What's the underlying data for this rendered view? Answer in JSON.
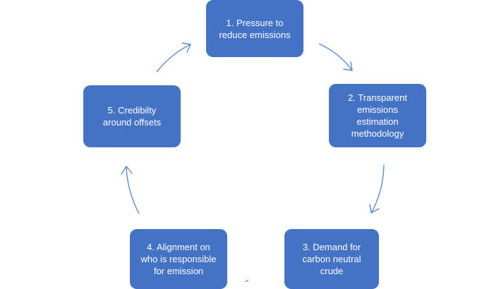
{
  "diagram": {
    "nodes": [
      {
        "id": "n1",
        "label": "1. Pressure to\nreduce emissions"
      },
      {
        "id": "n2",
        "label": "2. Transparent\nemissions\nestimation\nmethodology"
      },
      {
        "id": "n3",
        "label": "3. Demand for\ncarbon neutral\ncrude"
      },
      {
        "id": "n4",
        "label": "4. Alignment on\nwho is responsible\nfor emission"
      },
      {
        "id": "n5",
        "label": "5. Credibilty\naround offsets"
      }
    ],
    "colors": {
      "node_fill": "#4472c4",
      "node_text": "#ffffff",
      "arrow": "#5b8bd0"
    }
  }
}
